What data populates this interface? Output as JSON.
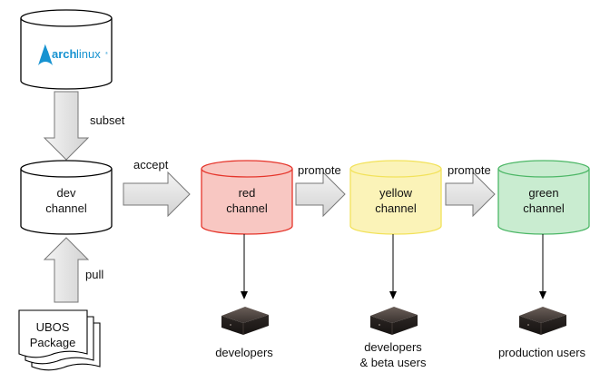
{
  "source": {
    "logo_text_bold": "arch",
    "logo_text_light": "linux",
    "logo_tm": "®"
  },
  "arrows": {
    "subset": "subset",
    "pull": "pull",
    "accept": "accept",
    "promote_1": "promote",
    "promote_2": "promote"
  },
  "channels": {
    "dev": {
      "line1": "dev",
      "line2": "channel"
    },
    "red": {
      "line1": "red",
      "line2": "channel",
      "fill": "#f8c7c2",
      "stroke": "#e5352b"
    },
    "yellow": {
      "line1": "yellow",
      "line2": "channel",
      "fill": "#fbf3b8",
      "stroke": "#f2e25b"
    },
    "green": {
      "line1": "green",
      "line2": "channel",
      "fill": "#c9ecd0",
      "stroke": "#4db767"
    }
  },
  "package": {
    "line1": "UBOS",
    "line2": "Package"
  },
  "audiences": {
    "red": {
      "line1": "developers",
      "line2": ""
    },
    "yellow": {
      "line1": "developers",
      "line2": "& beta users"
    },
    "green": {
      "line1": "production users",
      "line2": ""
    }
  },
  "colors": {
    "arch_blue": "#1793d1",
    "arrow_fill": "#e2e2e2",
    "arrow_stroke": "#777777",
    "text": "#111111"
  },
  "icons": {
    "device": "computer-box-icon",
    "logo": "arch-logo-icon"
  }
}
